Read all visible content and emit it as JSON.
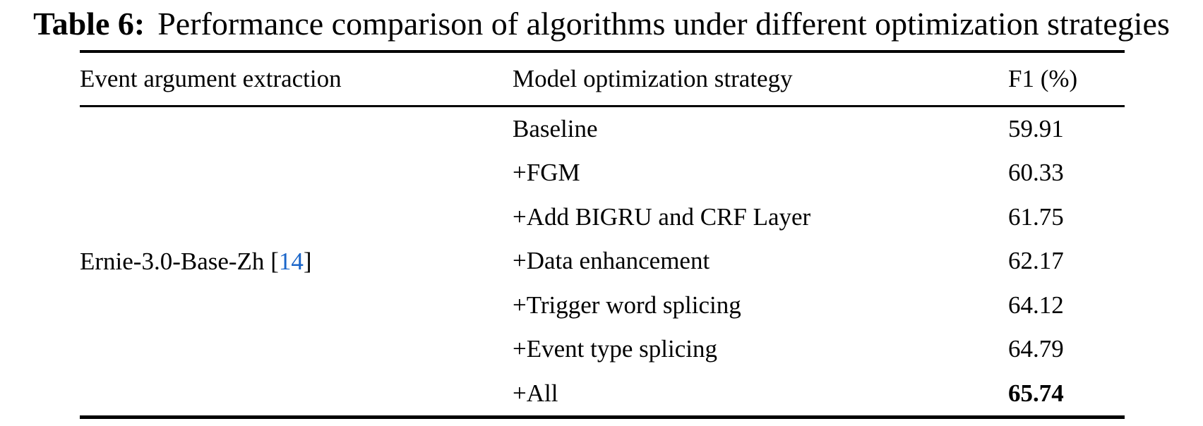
{
  "caption": {
    "label": "Table 6:",
    "text": "Performance comparison of algorithms under different optimization strategies"
  },
  "table": {
    "columns": {
      "col1": "Event argument extraction",
      "col2": "Model optimization strategy",
      "col3": "F1 (%)"
    },
    "model": {
      "name": "Ernie-3.0-Base-Zh",
      "bracket_open": "[",
      "citation_number": "14",
      "bracket_close": "]"
    },
    "rows": [
      {
        "strategy": "Baseline",
        "f1": "59.91",
        "bold": false
      },
      {
        "strategy": "+FGM",
        "f1": "60.33",
        "bold": false
      },
      {
        "strategy": "+Add BIGRU and CRF Layer",
        "f1": "61.75",
        "bold": false
      },
      {
        "strategy": "+Data enhancement",
        "f1": "62.17",
        "bold": false
      },
      {
        "strategy": "+Trigger word splicing",
        "f1": "64.12",
        "bold": false
      },
      {
        "strategy": "+Event type splicing",
        "f1": "64.79",
        "bold": false
      },
      {
        "strategy": "+All",
        "f1": "65.74",
        "bold": true
      }
    ]
  },
  "colors": {
    "text": "#000000",
    "background": "#ffffff",
    "citation_blue": "#1b66c9"
  },
  "chart_data": {
    "type": "table",
    "title": "Table 6: Performance comparison of algorithms under different optimization strategies",
    "columns": [
      "Event argument extraction",
      "Model optimization strategy",
      "F1 (%)"
    ],
    "model": "Ernie-3.0-Base-Zh [14]",
    "categories": [
      "Baseline",
      "+FGM",
      "+Add BIGRU and CRF Layer",
      "+Data enhancement",
      "+Trigger word splicing",
      "+Event type splicing",
      "+All"
    ],
    "values": [
      59.91,
      60.33,
      61.75,
      62.17,
      64.12,
      64.79,
      65.74
    ]
  }
}
